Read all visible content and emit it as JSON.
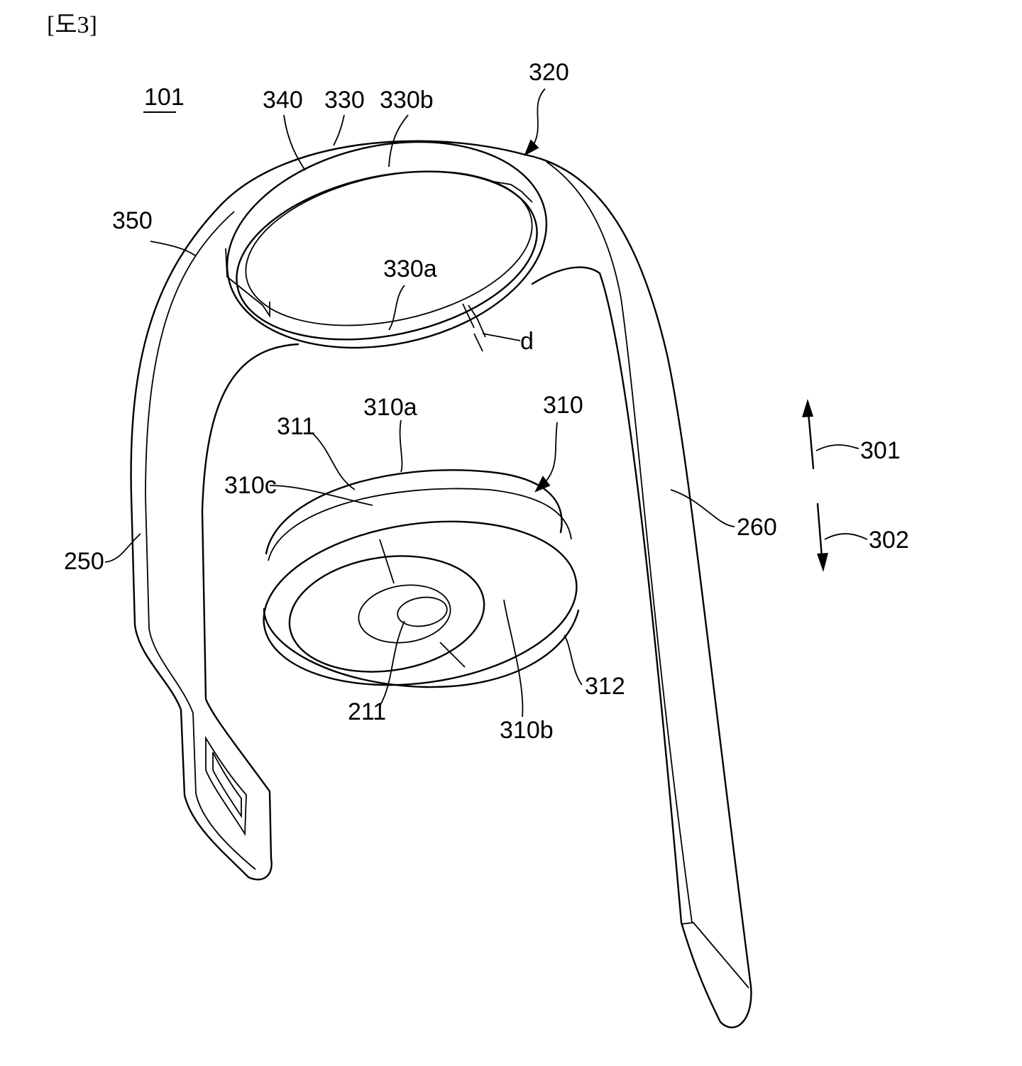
{
  "figure_title": "[도3]",
  "labels": {
    "l101": "101",
    "l340": "340",
    "l330": "330",
    "l330b": "330b",
    "l320": "320",
    "l350": "350",
    "l330a": "330a",
    "ld": "d",
    "l310a": "310a",
    "l310": "310",
    "l311": "311",
    "l310c": "310c",
    "l301": "301",
    "l302": "302",
    "l260": "260",
    "l250": "250",
    "l211": "211",
    "l310b": "310b",
    "l312": "312"
  }
}
